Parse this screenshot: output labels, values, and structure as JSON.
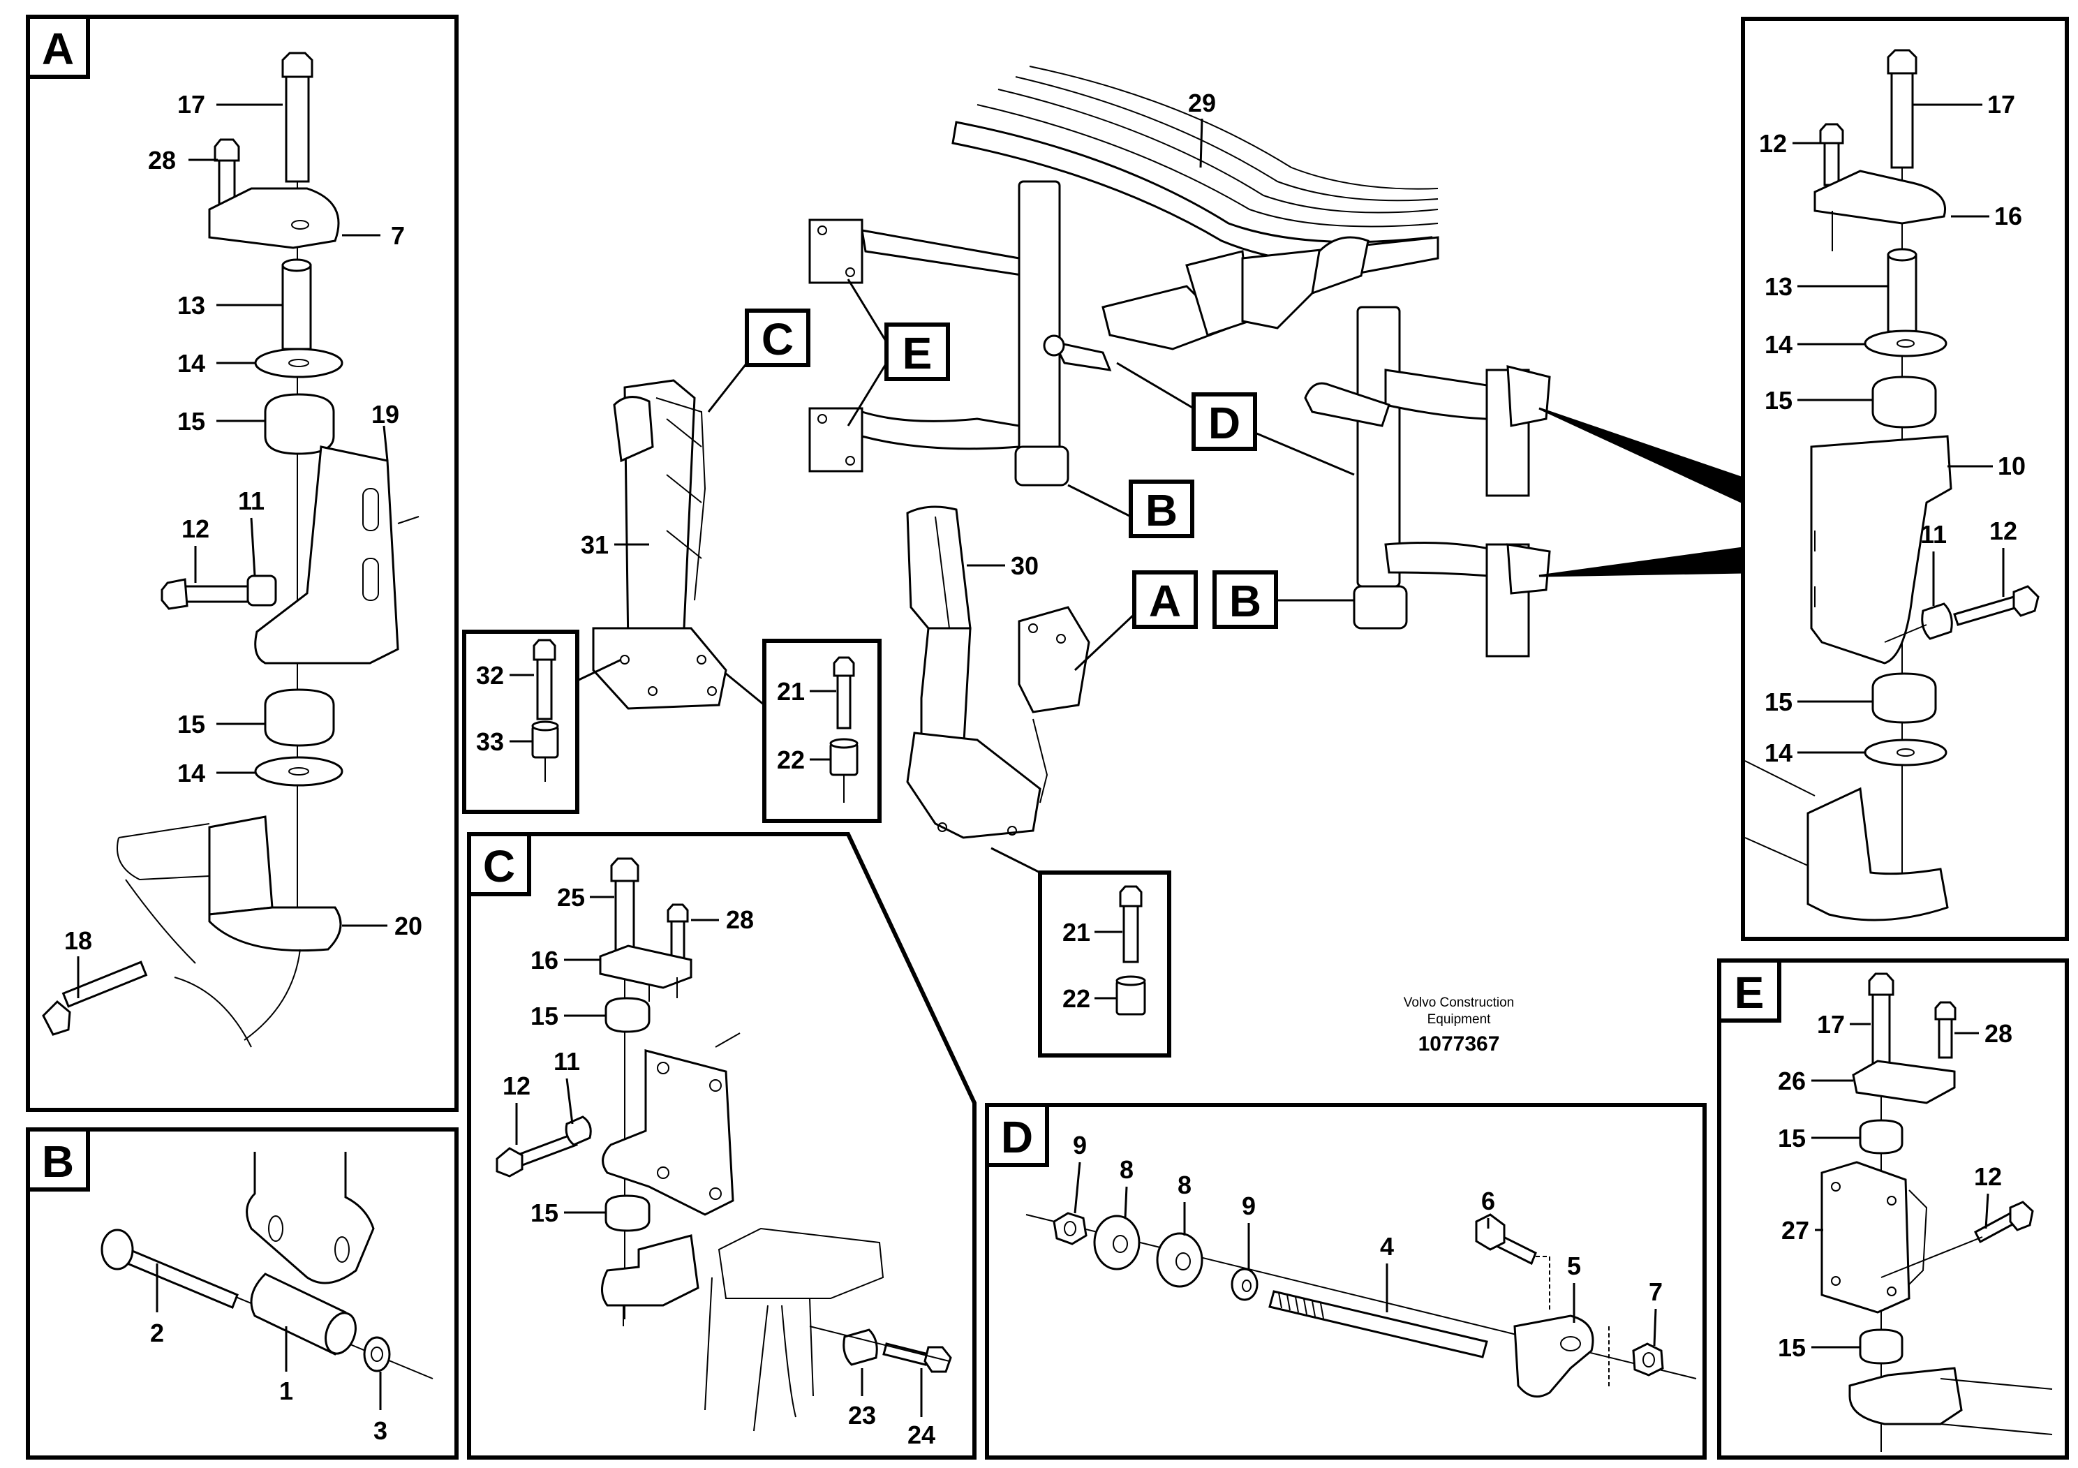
{
  "panels": {
    "A": {
      "letter": "A",
      "labels": {
        "l17": "17",
        "l28": "28",
        "l7": "7",
        "l13": "13",
        "l14a": "14",
        "l15a": "15",
        "l19": "19",
        "l12": "12",
        "l11": "11",
        "l15b": "15",
        "l14b": "14",
        "l18": "18",
        "l20": "20"
      }
    },
    "B": {
      "letter": "B",
      "labels": {
        "l2": "2",
        "l1": "1",
        "l3": "3"
      }
    },
    "C": {
      "letter": "C",
      "labels": {
        "l25": "25",
        "l28": "28",
        "l16": "16",
        "l15a": "15",
        "l12": "12",
        "l11": "11",
        "l15b": "15",
        "l23": "23",
        "l24": "24"
      }
    },
    "D": {
      "letter": "D",
      "labels": {
        "l9a": "9",
        "l8a": "8",
        "l8b": "8",
        "l9b": "9",
        "l4": "4",
        "l6": "6",
        "l5": "5",
        "l7": "7"
      }
    },
    "E": {
      "letter": "E",
      "labels": {
        "l17": "17",
        "l28": "28",
        "l26": "26",
        "l15a": "15",
        "l12": "12",
        "l27": "27",
        "l15b": "15"
      }
    },
    "right": {
      "labels": {
        "l17": "17",
        "l12a": "12",
        "l16": "16",
        "l13": "13",
        "l14a": "14",
        "l15a": "15",
        "l10": "10",
        "l11": "11",
        "l12b": "12",
        "l15b": "15",
        "l14b": "14"
      }
    }
  },
  "main": {
    "labels": {
      "l29": "29",
      "l31": "31",
      "l30": "30"
    },
    "callouts": {
      "C": "C",
      "E": "E",
      "D": "D",
      "B1": "B",
      "A": "A",
      "B2": "B"
    },
    "inset_left": {
      "l32": "32",
      "l33": "33"
    },
    "inset_mid": {
      "l21": "21",
      "l22": "22"
    },
    "inset_bottom": {
      "l21": "21",
      "l22": "22"
    }
  },
  "caption": {
    "line1": "Volvo Construction",
    "line2": "Equipment",
    "code": "1077367"
  }
}
